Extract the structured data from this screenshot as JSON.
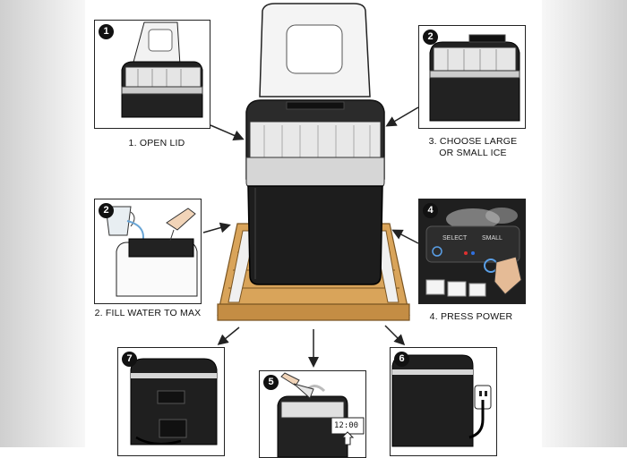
{
  "steps": [
    {
      "number": "1",
      "label": "1. OPEN LID"
    },
    {
      "number": "2",
      "label": "2. FILL WATER TO MAX"
    },
    {
      "number": "2",
      "label": "3. CHOOSE LARGE\nOR SMALL ICE"
    },
    {
      "number": "4",
      "label": "4. PRESS POWER"
    },
    {
      "number": "5",
      "label": ""
    },
    {
      "number": "6",
      "label": ""
    },
    {
      "number": "7",
      "label": ""
    }
  ],
  "panel_text": {
    "panel_left_button": "SELECT",
    "panel_right_button": "SMALL",
    "timer": "12:00"
  }
}
